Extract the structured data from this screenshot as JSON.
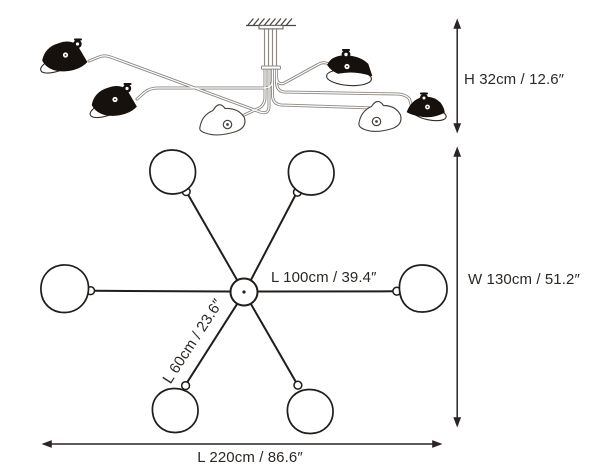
{
  "diagram": {
    "side_view": {
      "height_label": "H 32cm / 12.6″"
    },
    "top_view": {
      "width_label": "W 130cm / 51.2″",
      "length_label": "L 220cm / 86.6″",
      "long_arm_label": "L 100cm / 39.4″",
      "short_arm_label": "L 60cm / 23.6″"
    }
  },
  "colors": {
    "background": "#ffffff",
    "side_view_line_gray": "#8d8984",
    "top_view_line_black": "#211d1a",
    "shade_black": "#17110d",
    "text": "#2c2824"
  }
}
